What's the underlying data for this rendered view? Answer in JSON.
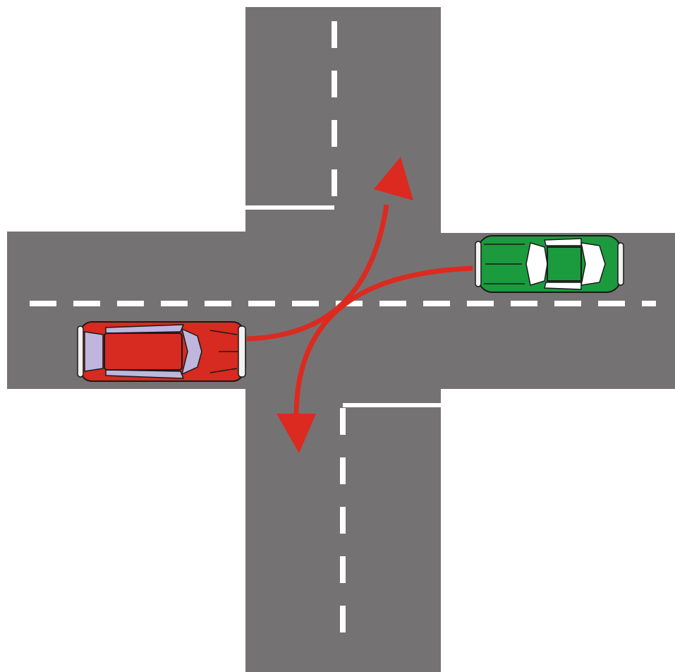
{
  "colors": {
    "background": "#ffffff",
    "road": "#757273",
    "marking": "#ffffff",
    "arrow": "#dc2a20",
    "red_car_body": "#d72a20",
    "red_car_glass": "#bfb6de",
    "green_car_body": "#1c9a3e",
    "green_car_glass": "#ffffff",
    "outline": "#1a1a1a"
  },
  "scene": {
    "type": "intersection-diagram",
    "vehicles": [
      {
        "name": "red-car",
        "color_key": "red_car_body",
        "heading": "east",
        "maneuver": "left-turn"
      },
      {
        "name": "green-car",
        "color_key": "green_car_body",
        "heading": "west",
        "maneuver": "left-turn"
      }
    ],
    "arrows": [
      {
        "name": "red-car-path-arrow",
        "direction": "north"
      },
      {
        "name": "green-car-path-arrow",
        "direction": "south"
      }
    ]
  }
}
